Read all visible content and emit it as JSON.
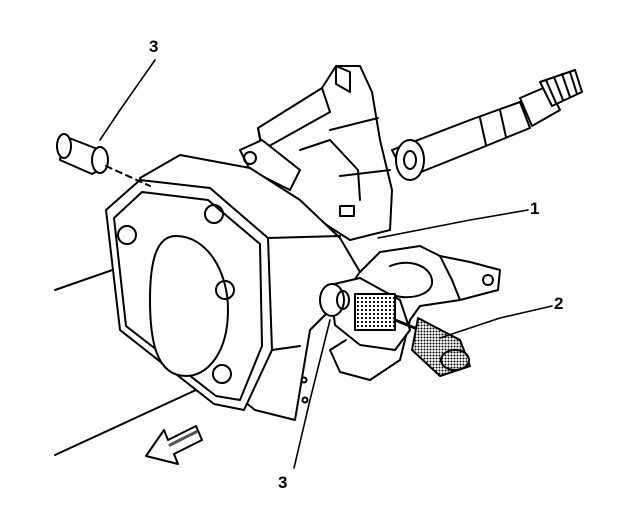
{
  "callouts": {
    "pin_top": "3",
    "housing": "1",
    "tool": "2",
    "pin_bottom": "3"
  },
  "colors": {
    "line": "#000000",
    "background": "#ffffff",
    "shade": "#555555"
  }
}
